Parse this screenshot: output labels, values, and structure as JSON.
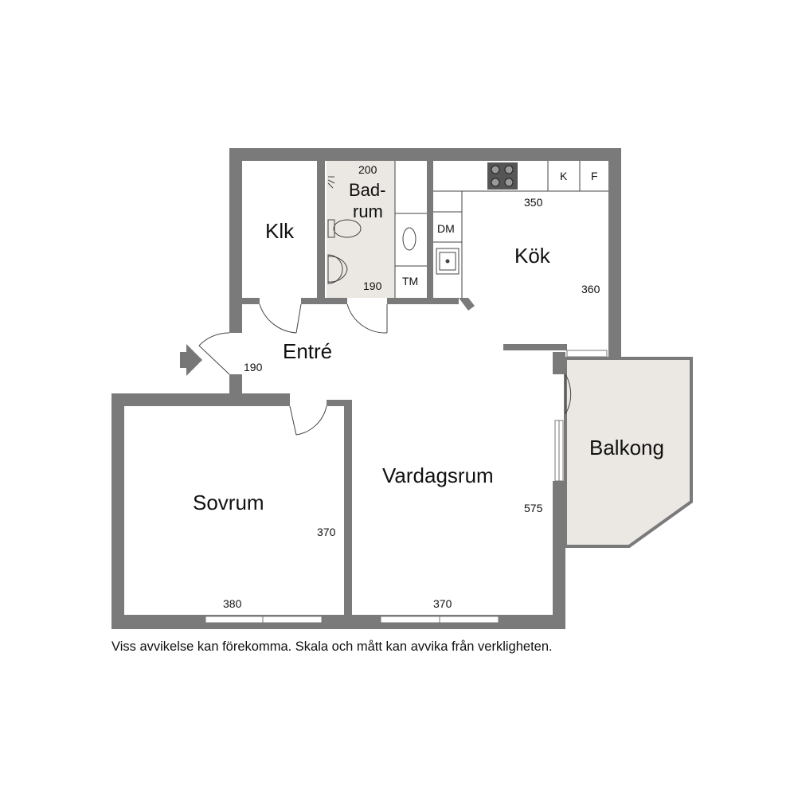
{
  "rooms": {
    "klk": "Klk",
    "badrum_line1": "Bad-",
    "badrum_line2": "rum",
    "kok": "Kök",
    "entre": "Entré",
    "balkong": "Balkong",
    "vardagsrum": "Vardagsrum",
    "sovrum": "Sovrum"
  },
  "dimensions": {
    "bad_width": "200",
    "bad_height": "190",
    "kok_width": "350",
    "kok_height": "360",
    "entre": "190",
    "vardagsrum_height": "575",
    "vardagsrum_width": "370",
    "sovrum_height": "370",
    "sovrum_width": "380"
  },
  "fixtures": {
    "dm": "DM",
    "tm": "TM",
    "k": "K",
    "f": "F"
  },
  "colors": {
    "wall": "#7a7a7a",
    "bath_floor": "#ebe7e2",
    "balcony_floor": "#ebe7e2"
  },
  "disclaimer": "Viss avvikelse kan förekomma. Skala och mått kan avvika från verkligheten."
}
